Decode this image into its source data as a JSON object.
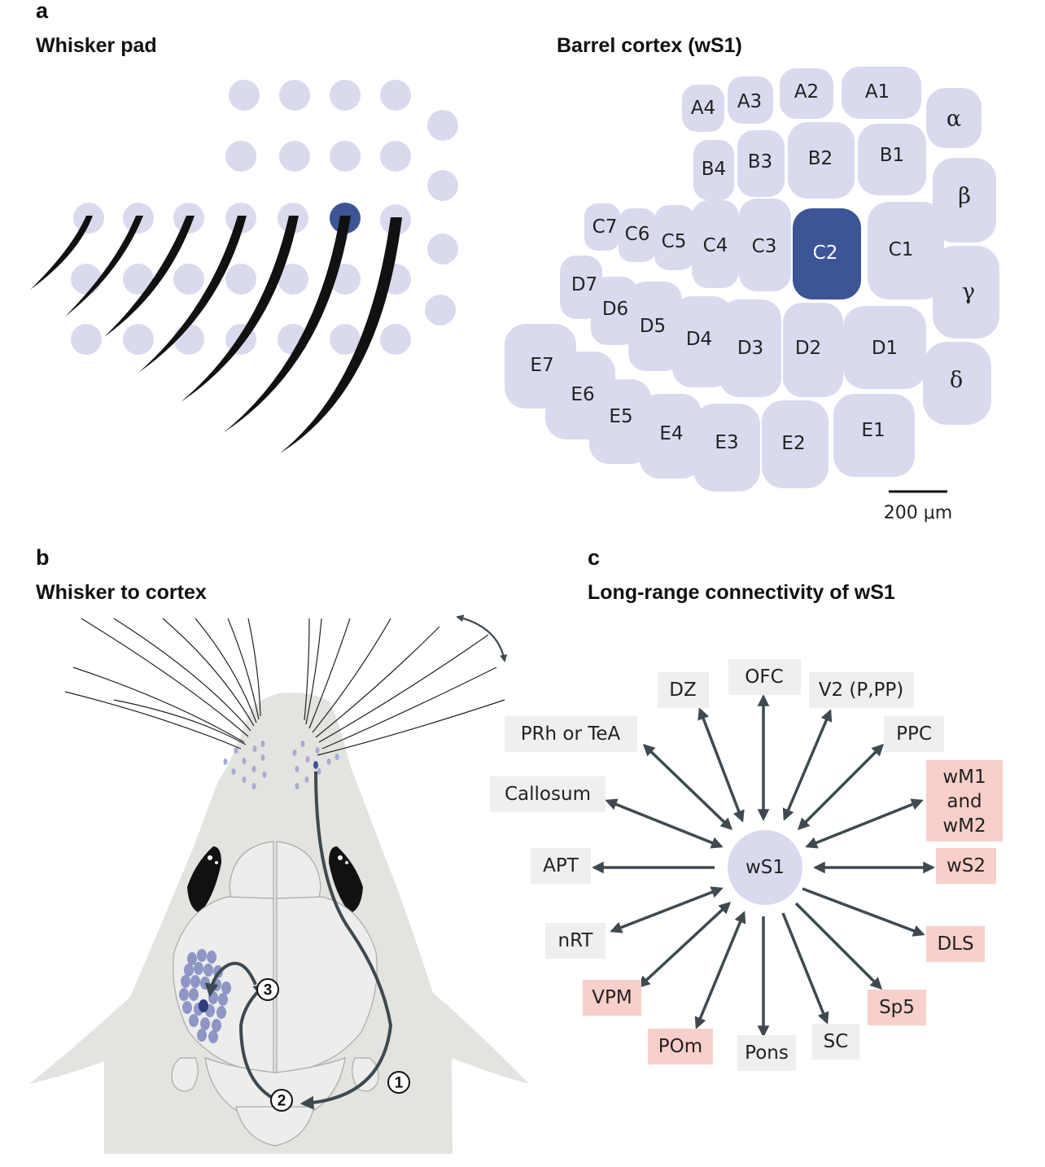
{
  "panels": {
    "a": {
      "letter": "a",
      "title_left": "Whisker pad",
      "title_right": "Barrel cortex (wS1)"
    },
    "b": {
      "letter": "b",
      "title": "Whisker to cortex",
      "steps": [
        "1",
        "2",
        "3"
      ]
    },
    "c": {
      "letter": "c",
      "title": "Long-range connectivity of wS1"
    }
  },
  "barrels": [
    "A1",
    "A2",
    "A3",
    "A4",
    "B1",
    "B2",
    "B3",
    "B4",
    "C1",
    "C2",
    "C3",
    "C4",
    "C5",
    "C6",
    "C7",
    "D1",
    "D2",
    "D3",
    "D4",
    "D5",
    "D6",
    "D7",
    "E1",
    "E2",
    "E3",
    "E4",
    "E5",
    "E6",
    "E7"
  ],
  "greek": [
    "α",
    "β",
    "γ",
    "δ"
  ],
  "selected_barrel": "C2",
  "scale_bar_label": "200 μm",
  "connectivity": {
    "center": "wS1",
    "targets": [
      "OFC",
      "DZ",
      "V2 (P,PP)",
      "PRh or TeA",
      "PPC",
      "Callosum",
      "wM1\nand\nwM2",
      "APT",
      "wS2",
      "nRT",
      "DLS",
      "VPM",
      "Sp5",
      "POm",
      "Pons",
      "SC"
    ],
    "highlighted": [
      "wM1\nand\nwM2",
      "wS2",
      "DLS",
      "VPM",
      "Sp5",
      "POm"
    ]
  },
  "colors": {
    "barrel_fill": "#d9daee",
    "selected_fill": "#3d5596",
    "gray_box": "#efefef",
    "pink_box": "#f8cfca",
    "arrow": "#3e4a50",
    "head": "#e3e3df",
    "brain": "#ededec"
  }
}
